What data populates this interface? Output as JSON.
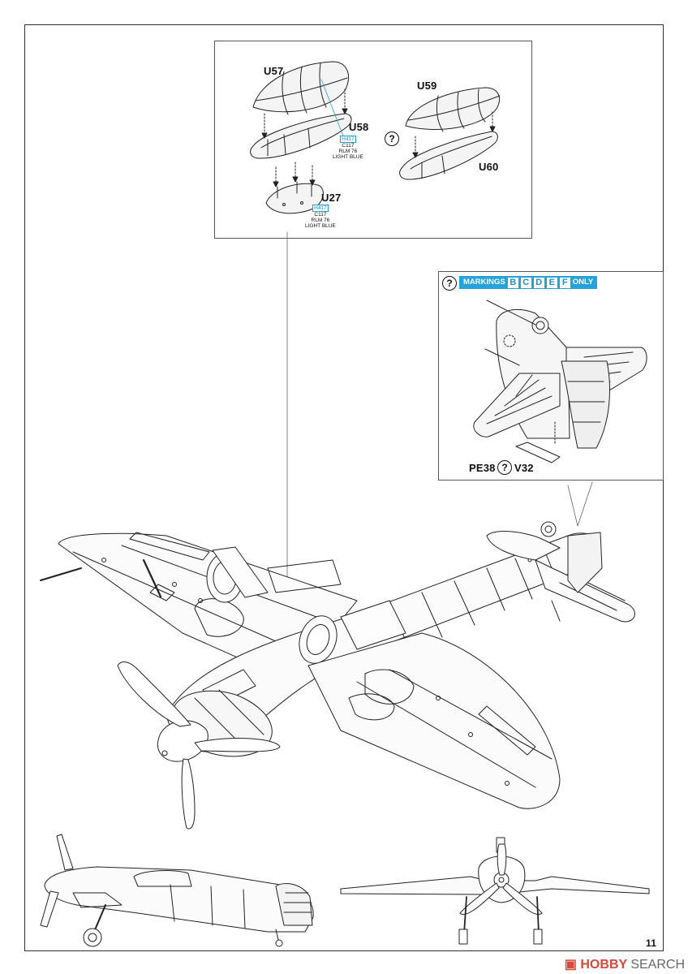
{
  "detail_top": {
    "parts": {
      "u57": "U57",
      "u58": "U58",
      "u27": "U27",
      "u59": "U59",
      "u60": "U60"
    },
    "paint_1": {
      "code": "H417",
      "lines": [
        "C117",
        "RLM 76",
        "LIGHT BLUE"
      ]
    },
    "paint_2": {
      "code": "H417",
      "lines": [
        "C117",
        "RLM 76",
        "LIGHT BLUE"
      ]
    },
    "optional_symbol": "?"
  },
  "detail_tail": {
    "markings_text": "MARKINGS",
    "markings": [
      "B",
      "C",
      "D",
      "E",
      "F"
    ],
    "only_text": "ONLY",
    "part_pe": "PE38",
    "part_v": "V32",
    "optional_symbol": "?"
  },
  "page_number": "11",
  "watermark": {
    "icon": "hobby-search-logo-icon",
    "brand": "HOBBY",
    "word": "SEARCH"
  },
  "colors": {
    "paint_callout": "#22a0d8",
    "markings_bar": "#27a3dc",
    "line": "#222222"
  }
}
